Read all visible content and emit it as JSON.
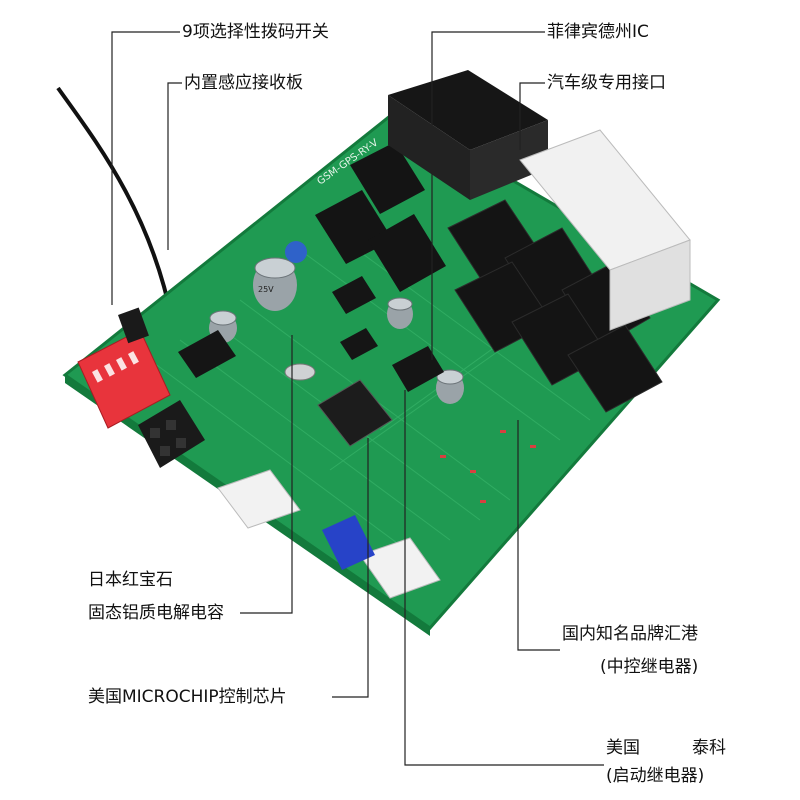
{
  "callouts": {
    "dip_switch": "9项选择性拨码开关",
    "receiver": "内置感应接收板",
    "philips_ic": "菲律宾德州IC",
    "auto_connector": "汽车级专用接口",
    "capacitor_line1": "日本红宝石",
    "capacitor_line2": "固态铝质电解电容",
    "relay_line1": "国内知名品牌汇港",
    "relay_line2": "(中控继电器)",
    "microchip": "美国MICROCHIP控制芯片",
    "te_line1": "美国",
    "te_line2": "泰科",
    "te_line3": "(启动继电器)"
  },
  "board": {
    "silkscreen": "GSM-GPS-RY-V",
    "cap_marking": "25V"
  },
  "colors": {
    "pcb": "#1f9a52",
    "pcb_dark": "#137a3c",
    "relay": "#141414",
    "dip_switch": "#e8343c",
    "blue_connector": "#2743c8",
    "label_text": "#111111"
  }
}
